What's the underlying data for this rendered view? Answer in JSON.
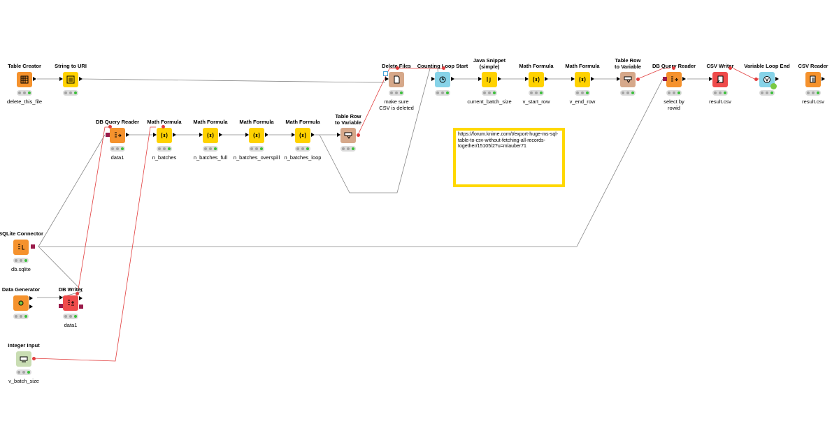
{
  "workflow": {
    "nodes": [
      {
        "id": "table_creator",
        "title": "Table Creator",
        "label": "delete_this_file",
        "color": "#f5922d",
        "icon": "table-icon"
      },
      {
        "id": "string_to_uri",
        "title": "String to URI",
        "label": "",
        "color": "#ffd200",
        "icon": "uri-icon"
      },
      {
        "id": "delete_files",
        "title": "Delete Files",
        "label": "make sure\nCSV is deleted",
        "color": "#d6a88a",
        "icon": "file-delete-icon"
      },
      {
        "id": "counting_loop_start",
        "title": "Counting Loop Start",
        "label": "",
        "color": "#87d3e8",
        "icon": "loop-start-icon"
      },
      {
        "id": "java_snippet",
        "title": "Java Snippet\n(simple)",
        "label": "current_batch_size",
        "color": "#ffd200",
        "icon": "java-icon"
      },
      {
        "id": "math_formula_top1",
        "title": "Math Formula",
        "label": "v_start_row",
        "color": "#ffd200",
        "icon": "formula-icon"
      },
      {
        "id": "math_formula_top2",
        "title": "Math Formula",
        "label": "v_end_row",
        "color": "#ffd200",
        "icon": "formula-icon"
      },
      {
        "id": "table_row_to_variable_top",
        "title": "Table Row\nto Variable",
        "label": "",
        "color": "#d6a88a",
        "icon": "row-variable-icon"
      },
      {
        "id": "db_query_reader_top",
        "title": "DB Query Reader",
        "label": "select by\nrowid",
        "color": "#f5922d",
        "icon": "db-read-icon"
      },
      {
        "id": "csv_writer",
        "title": "CSV Writer",
        "label": "result.csv",
        "color": "#ef4b4b",
        "icon": "csv-write-icon"
      },
      {
        "id": "variable_loop_end",
        "title": "Variable Loop End",
        "label": "",
        "color": "#87d3e8",
        "icon": "loop-end-icon"
      },
      {
        "id": "csv_reader",
        "title": "CSV Reader",
        "label": "result.csv",
        "color": "#f5922d",
        "icon": "csv-read-icon"
      },
      {
        "id": "db_query_reader_mid",
        "title": "DB Query Reader",
        "label": "data1",
        "color": "#f5922d",
        "icon": "db-read-icon"
      },
      {
        "id": "math_formula_1",
        "title": "Math Formula",
        "label": "n_batches",
        "color": "#ffd200",
        "icon": "formula-icon"
      },
      {
        "id": "math_formula_2",
        "title": "Math Formula",
        "label": "n_batches_full",
        "color": "#ffd200",
        "icon": "formula-icon"
      },
      {
        "id": "math_formula_3",
        "title": "Math Formula",
        "label": "n_batches_overspill",
        "color": "#ffd200",
        "icon": "formula-icon"
      },
      {
        "id": "math_formula_4",
        "title": "Math Formula",
        "label": "n_batches_loop",
        "color": "#ffd200",
        "icon": "formula-icon"
      },
      {
        "id": "table_row_to_variable_mid",
        "title": "Table Row\nto Variable",
        "label": "",
        "color": "#d6a88a",
        "icon": "row-variable-icon"
      },
      {
        "id": "sqlite_connector",
        "title": "SQLite Connector",
        "label": "db.sqlite",
        "color": "#f5922d",
        "icon": "db-connect-icon"
      },
      {
        "id": "data_generator",
        "title": "Data Generator",
        "label": "",
        "color": "#f5922d",
        "icon": "generator-icon"
      },
      {
        "id": "db_writer",
        "title": "DB Writer",
        "label": "data1",
        "color": "#ef4b4b",
        "icon": "db-write-icon"
      },
      {
        "id": "integer_input",
        "title": "Integer Input",
        "label": "v_batch_size",
        "color": "#c9ddb3",
        "icon": "integer-input-icon"
      }
    ],
    "annotation": {
      "text": "https://forum.knime.com/t/export-huge-ms-sql-table-to-csv-without-fetching-all-records-together/15105/2?u=mlauber71",
      "border_color": "#ffd800"
    },
    "colors": {
      "data_edge": "#888888",
      "variable_edge": "#e23d3d",
      "db_port": "#9a1b4a"
    }
  }
}
